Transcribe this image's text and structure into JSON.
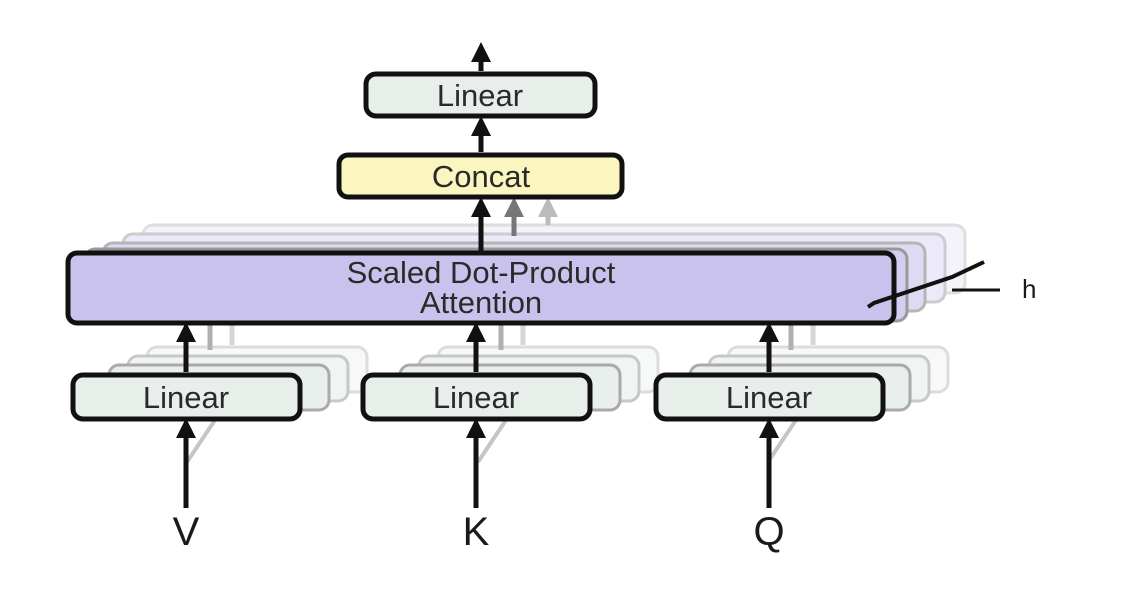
{
  "diagram": {
    "output_linear": {
      "label": "Linear"
    },
    "concat": {
      "label": "Concat"
    },
    "attention": {
      "line1": "Scaled Dot-Product",
      "line2": "Attention"
    },
    "heads_label": "h",
    "projections": {
      "v": {
        "label": "Linear"
      },
      "k": {
        "label": "Linear"
      },
      "q": {
        "label": "Linear"
      }
    },
    "inputs": {
      "v": "V",
      "k": "K",
      "q": "Q"
    }
  },
  "colors": {
    "linear_fill": "#e8eeea",
    "concat_fill": "#fbf6bf",
    "attention_fill": "#c9c2ec",
    "stroke": "#111111",
    "ghost_stroke": "#c8c8c8"
  }
}
